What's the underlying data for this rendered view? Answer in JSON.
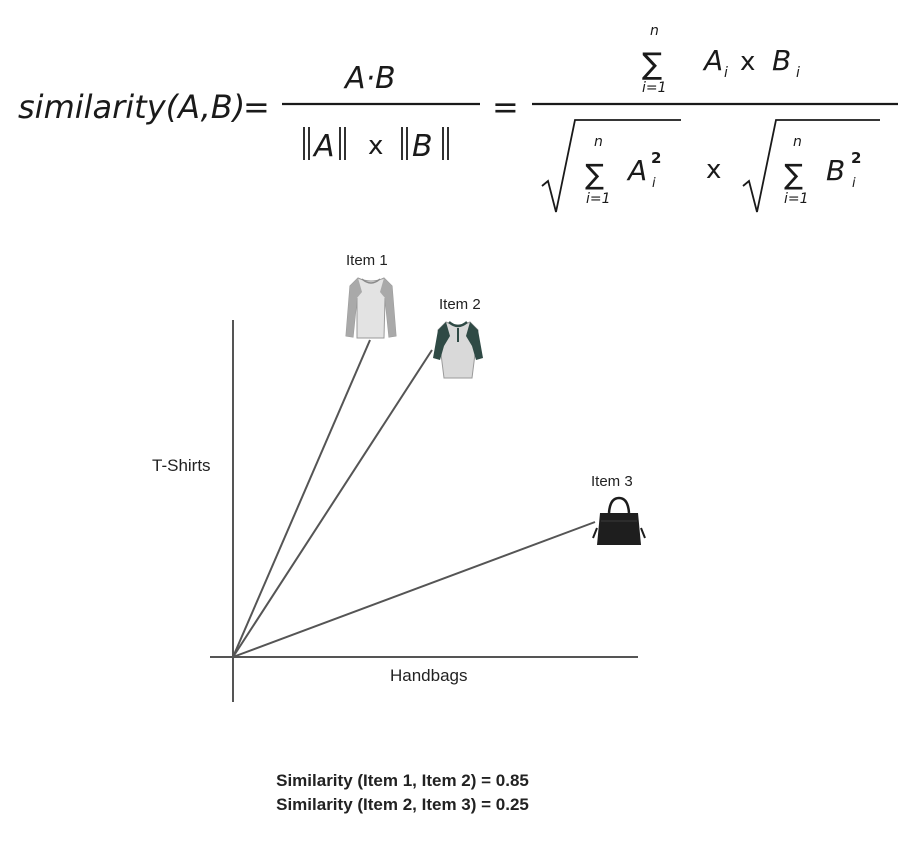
{
  "formula": {
    "lhs": "similarity(A,B)",
    "equals": "=",
    "numerator_1": "A·B",
    "denominator_1_a": "A",
    "denominator_1_times": "x",
    "denominator_1_b": "B",
    "sum_upper": "n",
    "sum_lower": "i=1",
    "sum_symbol": "∑",
    "term_a": "A",
    "term_b": "B",
    "index": "i",
    "times": "x",
    "power": "2"
  },
  "diagram": {
    "y_axis_label": "T-Shirts",
    "x_axis_label": "Handbags",
    "items": [
      {
        "label": "Item 1",
        "icon": "raglan-shirt-grey-icon"
      },
      {
        "label": "Item 2",
        "icon": "henley-shirt-green-icon"
      },
      {
        "label": "Item 3",
        "icon": "handbag-black-icon"
      }
    ]
  },
  "results": [
    "Similarity (Item 1, Item 2) = 0.85",
    "Similarity (Item 2, Item 3) = 0.25"
  ]
}
